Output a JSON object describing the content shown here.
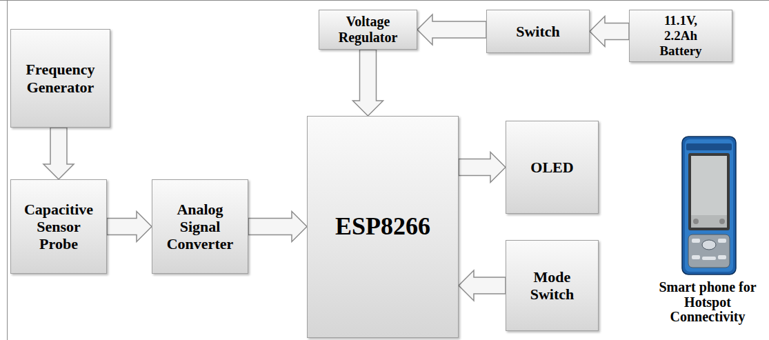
{
  "diagram": {
    "nodes": [
      {
        "text": [
          "Frequency Generator"
        ]
      },
      {
        "text": [
          "Voltage Regulator"
        ]
      },
      {
        "text": [
          "Switch"
        ]
      },
      {
        "text": [
          "11.1V, 2.2Ah Battery"
        ]
      },
      {
        "text": [
          "Capacitive Sensor Probe"
        ]
      },
      {
        "text": [
          "Analog Signal Converter"
        ]
      },
      {
        "text": [
          "ESP8266"
        ]
      },
      {
        "text": [
          "OLED"
        ]
      },
      {
        "text": [
          "Mode Switch"
        ]
      }
    ],
    "edges": [
      {
        "from": 0,
        "to": 4,
        "arrow": "to"
      },
      {
        "from": 4,
        "to": 5,
        "arrow": "to"
      },
      {
        "from": 5,
        "to": 6,
        "arrow": "to"
      },
      {
        "from": 3,
        "to": 2,
        "arrow": "to"
      },
      {
        "from": 2,
        "to": 1,
        "arrow": "to"
      },
      {
        "from": 1,
        "to": 6,
        "arrow": "to"
      },
      {
        "from": 6,
        "to": 7,
        "arrow": "to"
      },
      {
        "from": 8,
        "to": 6,
        "arrow": "to"
      }
    ],
    "labels": [
      "Smart phone for Hotspot Connectivity"
    ]
  }
}
